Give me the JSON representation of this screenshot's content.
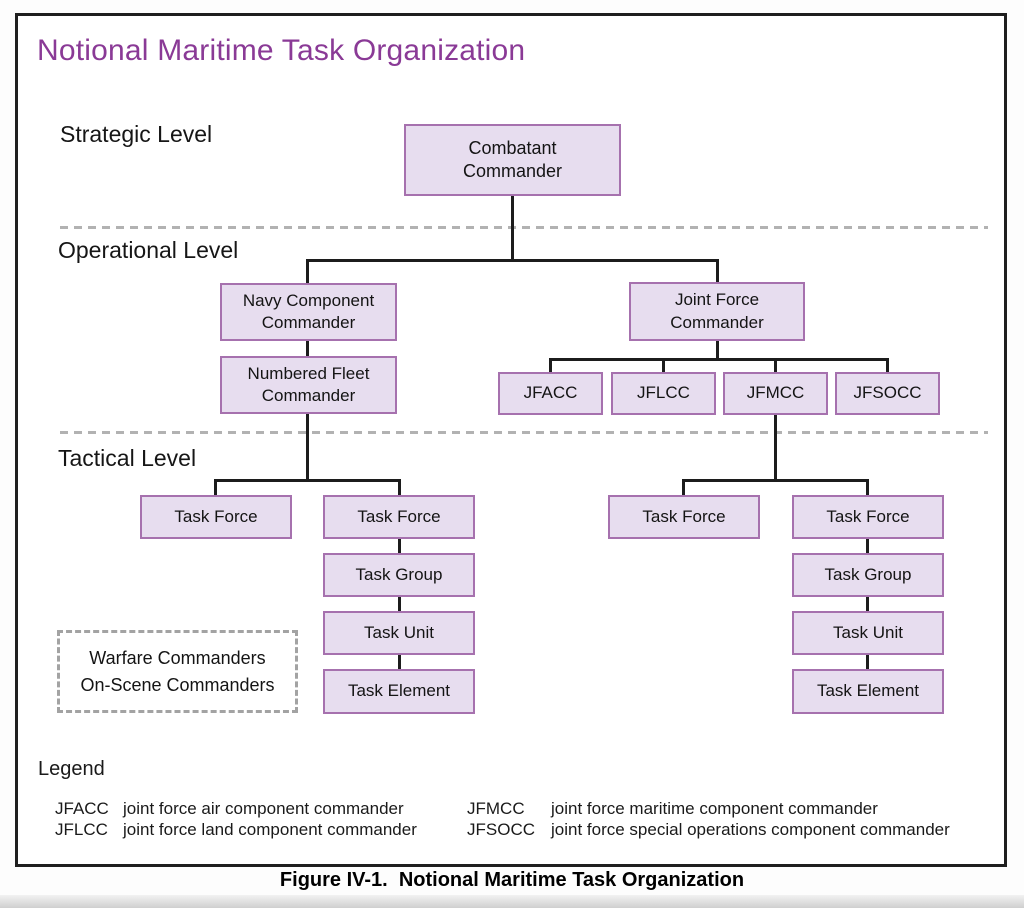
{
  "title": "Notional Maritime Task Organization",
  "levels": {
    "strategic": "Strategic Level",
    "operational": "Operational Level",
    "tactical": "Tactical Level"
  },
  "nodes": {
    "combatant": "Combatant\nCommander",
    "navy_component": "Navy Component\nCommander",
    "numbered_fleet": "Numbered Fleet\nCommander",
    "joint_force": "Joint Force\nCommander",
    "jfacc": "JFACC",
    "jflcc": "JFLCC",
    "jfmcc": "JFMCC",
    "jfsocc": "JFSOCC",
    "task_force": "Task Force",
    "task_group": "Task Group",
    "task_unit": "Task Unit",
    "task_element": "Task Element"
  },
  "annotation": {
    "line1": "Warfare Commanders",
    "line2": "On-Scene Commanders"
  },
  "legend": {
    "heading": "Legend",
    "entries": [
      {
        "abbr": "JFACC",
        "definition": "joint force air component commander"
      },
      {
        "abbr": "JFLCC",
        "definition": "joint force land component commander"
      },
      {
        "abbr": "JFMCC",
        "definition": "joint force maritime component commander"
      },
      {
        "abbr": "JFSOCC",
        "definition": "joint force special operations component commander"
      }
    ]
  },
  "caption": "Figure IV-1.  Notional Maritime Task Organization",
  "colors": {
    "accent_purple": "#8a3a96",
    "node_fill": "#e7ddef",
    "node_border": "#a671ae",
    "connector": "#1c1c1c",
    "separator_gray": "#b2b2b2"
  }
}
